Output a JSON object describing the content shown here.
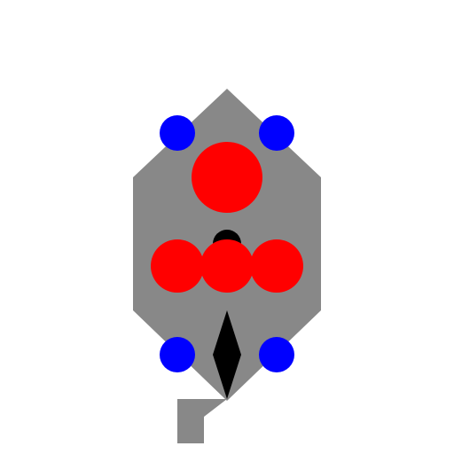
{
  "colors": {
    "background": "#ffffff",
    "body": "#888888",
    "primary_dots": "#ff0000",
    "secondary_dots": "#0000ff",
    "accent": "#000000"
  },
  "shapes": {
    "body": "elongated-hexagon",
    "top_circle": "large-red-circle",
    "middle_row": "three-red-circles",
    "corner_dots": "four-blue-circles",
    "small_dot": "black-semicircle",
    "diamond": "black-diamond",
    "tail": "gray-bracket"
  }
}
